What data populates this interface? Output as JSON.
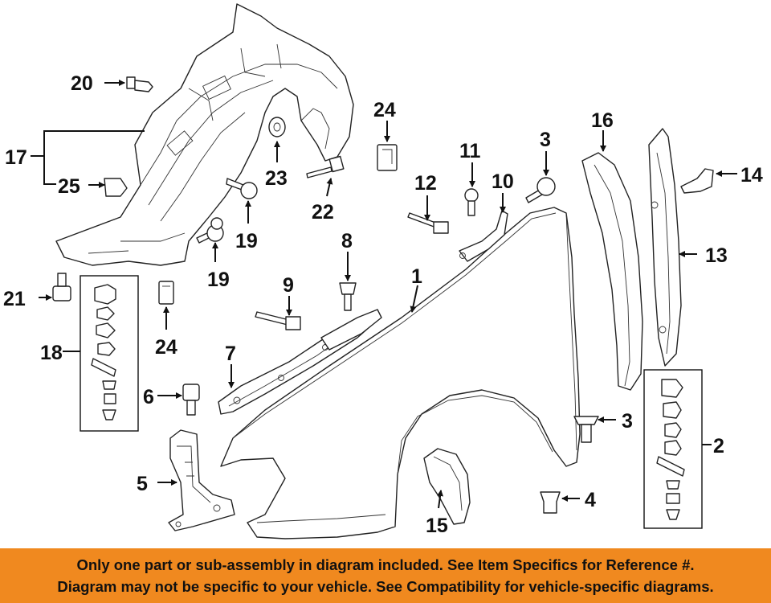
{
  "callouts": {
    "c1": "1",
    "c2": "2",
    "c3a": "3",
    "c3b": "3",
    "c4": "4",
    "c5": "5",
    "c6": "6",
    "c7": "7",
    "c8": "8",
    "c9": "9",
    "c10": "10",
    "c11": "11",
    "c12": "12",
    "c13": "13",
    "c14": "14",
    "c15": "15",
    "c16": "16",
    "c17": "17",
    "c18": "18",
    "c19a": "19",
    "c19b": "19",
    "c20": "20",
    "c21": "21",
    "c22": "22",
    "c23": "23",
    "c24a": "24",
    "c24b": "24",
    "c25": "25"
  },
  "footer": {
    "line1": "Only one part or sub-assembly in diagram included. See Item Specifics for Reference #.",
    "line2": "Diagram may not be specific to your vehicle. See Compatibility for vehicle-specific diagrams."
  },
  "colors": {
    "footer_bg": "#f0891f",
    "line": "#222222"
  }
}
